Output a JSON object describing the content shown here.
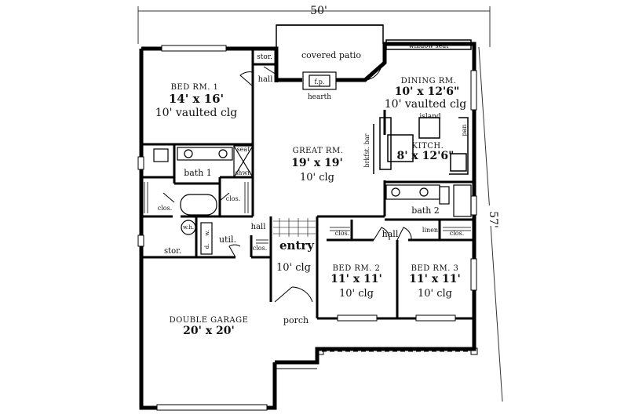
{
  "dimensions": {
    "width": "50'",
    "depth": "57'"
  },
  "rooms": {
    "covered_patio": "covered patio",
    "stor_top": "stor.",
    "hall_top": "hall",
    "fireplace": "f.p.",
    "hearth": "hearth",
    "window_seat": "window seat",
    "bed1": {
      "name": "BED RM. 1",
      "size": "14' x 16'",
      "ceiling": "10' vaulted clg"
    },
    "dining": {
      "name": "DINING RM.",
      "size": "10' x 12'6\"",
      "ceiling": "10' vaulted clg"
    },
    "island": "island",
    "pantry": "pan",
    "kitchen": {
      "name": "KITCH.",
      "size": "8' x 12'6\""
    },
    "brkfst_bar": "brkfst. bar",
    "great": {
      "name": "GREAT RM.",
      "size": "19' x 19'",
      "ceiling": "10' clg"
    },
    "bath1": "bath 1",
    "seat": "seat",
    "shwr": "shwr.",
    "clos_b1_left": "clos.",
    "clos_b1_right": "clos.",
    "wh": "w.h.",
    "washer": "w.",
    "dryer": "d.",
    "util": "util.",
    "hall_mid": "hall",
    "clos_entry": "clos.",
    "stor_garage": "stor.",
    "entry": {
      "name": "entry",
      "ceiling": "10' clg"
    },
    "bath2": "bath 2",
    "hall_right": "hall",
    "clos_bed2": "clos.",
    "linen": "linen",
    "clos_bed3": "clos.",
    "bed2": {
      "name": "BED RM. 2",
      "size": "11' x 11'",
      "ceiling": "10' clg"
    },
    "bed3": {
      "name": "BED RM. 3",
      "size": "11' x 11'",
      "ceiling": "10' clg"
    },
    "garage": {
      "name": "DOUBLE GARAGE",
      "size": "20' x 20'"
    },
    "porch": "porch"
  }
}
